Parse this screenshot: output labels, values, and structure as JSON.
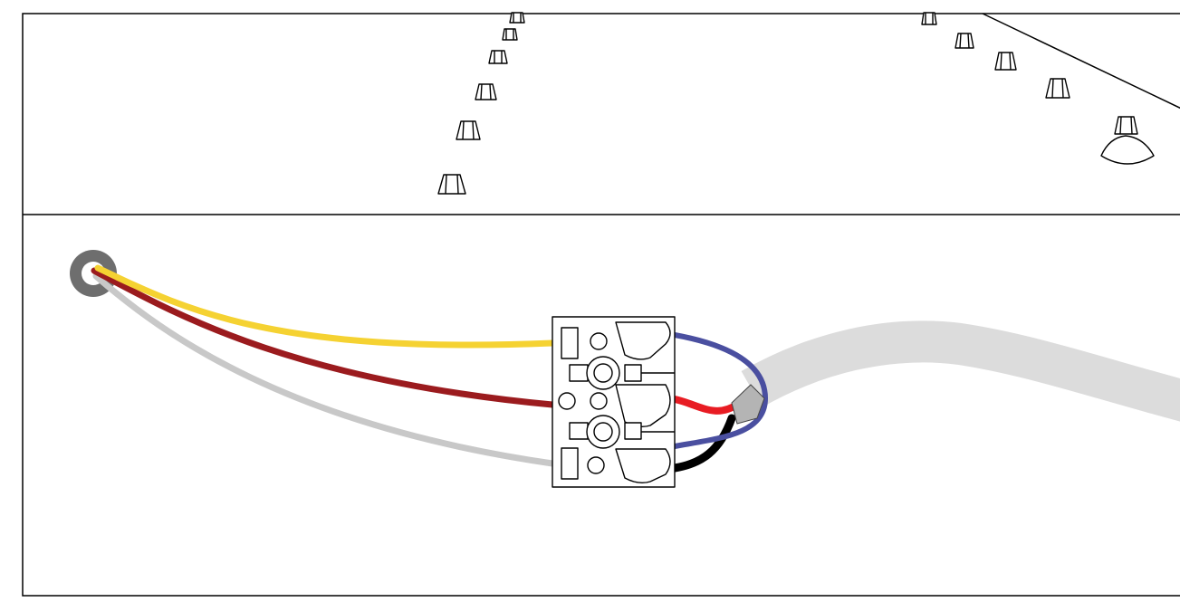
{
  "diagram": {
    "colors": {
      "background": "#ffffff",
      "outline": "#000000",
      "wire_yellow": "#f5d232",
      "wire_dark_red": "#9b1b1e",
      "wire_light_grey": "#c8c8c8",
      "wire_blue": "#4a4fa0",
      "wire_red": "#e81c23",
      "wire_black": "#000000",
      "cable_sheath": "#dcdcdc",
      "grommet": "#6e6e6e"
    },
    "panels": [
      "ceiling-view",
      "wiring-view"
    ],
    "ceiling_lights": [
      "recessed-light",
      "pendant-light"
    ],
    "wires_light_side": [
      "yellow",
      "dark-red",
      "light-grey"
    ],
    "wires_supply_side": [
      "blue",
      "red",
      "black"
    ],
    "connector": {
      "type": "terminal-block",
      "ways": 3
    }
  }
}
